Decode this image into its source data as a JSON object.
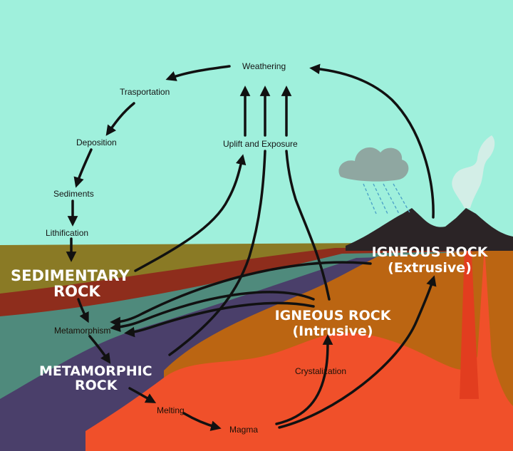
{
  "diagram": {
    "process_labels": {
      "weathering": "Weathering",
      "transportation": "Trasportation",
      "deposition": "Deposition",
      "sediments": "Sediments",
      "lithification": "Lithification",
      "uplift": "Uplift and Exposure",
      "metamorphism": "Metamorphism",
      "melting": "Melting",
      "magma": "Magma",
      "crystalization": "Crystalization"
    },
    "rock_labels": {
      "sedimentary_line1": "SEDIMENTARY",
      "sedimentary_line2": "ROCK",
      "metamorphic_line1": "METAMORPHIC",
      "metamorphic_line2": "ROCK",
      "igneous_intrusive_line1": "IGNEOUS ROCK",
      "igneous_intrusive_line2": "(Intrusive)",
      "igneous_extrusive_line1": "IGNEOUS ROCK",
      "igneous_extrusive_line2": "(Extrusive)"
    },
    "colors": {
      "sky": "#9ff0dc",
      "sediment_olive": "#8a7a25",
      "sediment_red": "#8e2d1c",
      "metamorphic_teal": "#4f8a7c",
      "metamorphic_purple": "#4a3f6a",
      "igneous_brown": "#bb6512",
      "magma": "#f0502a",
      "volcano": "#2b2426",
      "cloud": "#8fa7a1",
      "arrow": "#111111"
    }
  }
}
